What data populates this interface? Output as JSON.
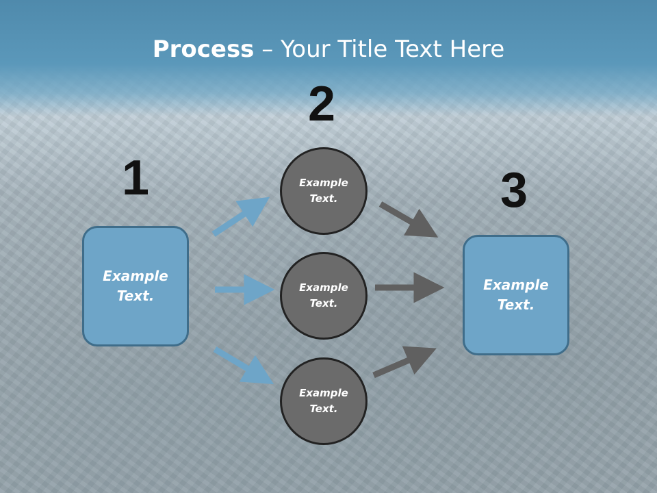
{
  "title": {
    "bold": "Process",
    "rest": " – Your Title Text Here"
  },
  "steps": {
    "one": {
      "number": "1",
      "label": "Example\nText."
    },
    "two": {
      "number": "2",
      "circles": [
        "Example\nText.",
        "Example\nText.",
        "Example\nText."
      ]
    },
    "three": {
      "number": "3",
      "label": "Example\nText."
    }
  },
  "colors": {
    "blue_arrow": "#6ea5c8",
    "gray_arrow": "#606060",
    "box_fill": "#6ea5c8",
    "circle_fill": "#6b6b6b"
  }
}
